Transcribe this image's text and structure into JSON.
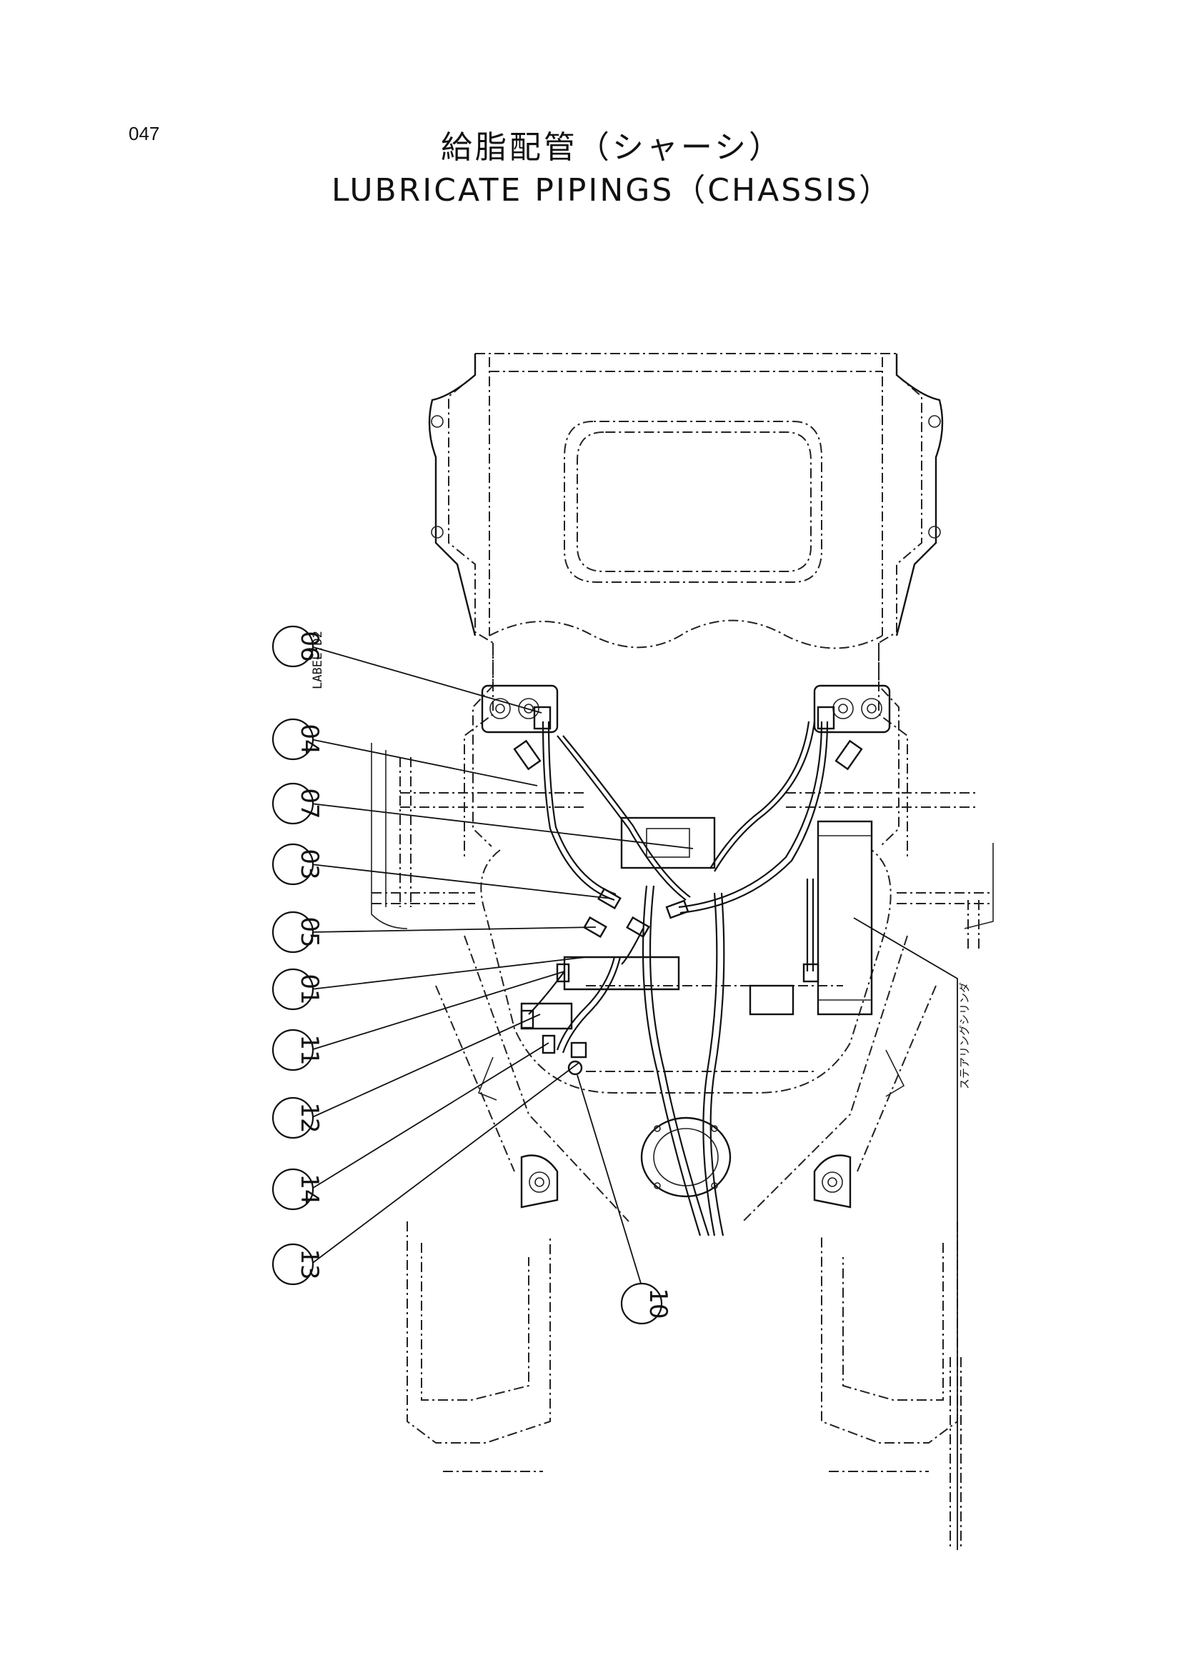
{
  "page": {
    "number": "047"
  },
  "title": {
    "japanese": "給脂配管（シャーシ）",
    "english": "LUBRICATE PIPINGS（CHASSIS）"
  },
  "diagram": {
    "side_label": "LABEL;D2",
    "steering_note": "ステアリングシリンダ",
    "callouts": [
      "06",
      "04",
      "07",
      "03",
      "05",
      "01",
      "11",
      "12",
      "14",
      "13",
      "10"
    ]
  }
}
